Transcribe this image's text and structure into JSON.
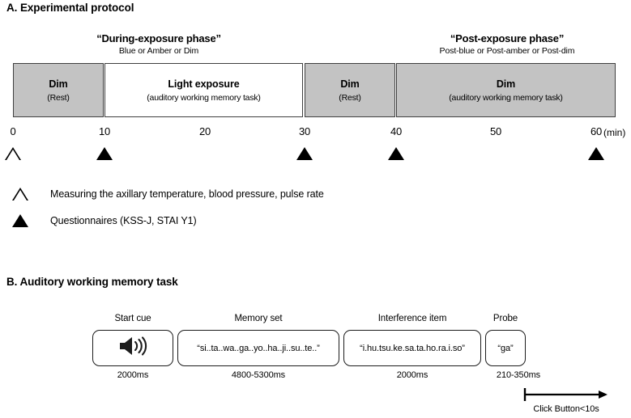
{
  "figure": {
    "panel_a": {
      "title": "A. Experimental protocol",
      "phases": [
        {
          "name": "during-exposure",
          "title": "“During-exposure phase”",
          "subtitle": "Blue or Amber or Dim"
        },
        {
          "name": "post-exposure",
          "title": "“Post-exposure phase”",
          "subtitle": "Post-blue or Post-amber or Post-dim"
        }
      ],
      "blocks": [
        {
          "main": "Dim",
          "sub": "(Rest)",
          "fill": "gray",
          "start_min": 0,
          "end_min": 10
        },
        {
          "main": "Light exposure",
          "sub": "(auditory working memory task)",
          "fill": "white",
          "start_min": 10,
          "end_min": 30
        },
        {
          "main": "Dim",
          "sub": "(Rest)",
          "fill": "gray",
          "start_min": 30,
          "end_min": 40
        },
        {
          "main": "Dim",
          "sub": "(auditory working memory task)",
          "fill": "gray",
          "start_min": 40,
          "end_min": 60
        }
      ],
      "axis": {
        "ticks": [
          "0",
          "10",
          "20",
          "30",
          "40",
          "50",
          "60"
        ],
        "unit": "(min)"
      },
      "markers": [
        {
          "at_min": 0,
          "type": "open"
        },
        {
          "at_min": 10,
          "type": "filled"
        },
        {
          "at_min": 30,
          "type": "filled"
        },
        {
          "at_min": 40,
          "type": "filled"
        },
        {
          "at_min": 60,
          "type": "filled"
        }
      ],
      "legend": [
        {
          "symbol": "open",
          "text": "Measuring the axillary temperature, blood pressure, pulse rate"
        },
        {
          "symbol": "filled",
          "text": "Questionnaires (KSS-J, STAI Y1)"
        }
      ]
    },
    "panel_b": {
      "title": "B. Auditory working memory task",
      "stages": [
        {
          "label": "Start cue",
          "content": "speaker-icon",
          "is_icon": true,
          "duration": "2000ms"
        },
        {
          "label": "Memory set",
          "content": "“si..ta..wa..ga..yo..ha..ji..su..te..”",
          "is_icon": false,
          "duration": "4800-5300ms"
        },
        {
          "label": "Interference item",
          "content": "“i.hu.tsu.ke.sa.ta.ho.ra.i.so”",
          "is_icon": false,
          "duration": "2000ms"
        },
        {
          "label": "Probe",
          "content": "“ga”",
          "is_icon": false,
          "duration": "210-350ms"
        }
      ],
      "response": {
        "label": "Click Button<10s"
      }
    },
    "colors": {
      "block_gray": "#c3c3c3",
      "block_white": "#ffffff",
      "outline": "#3f3f3f",
      "text": "#000000"
    }
  }
}
